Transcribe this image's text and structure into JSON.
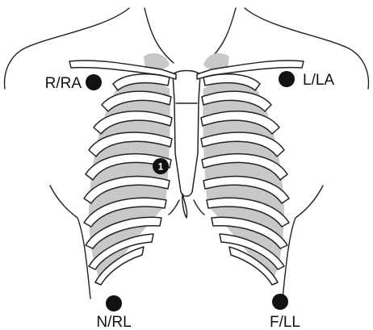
{
  "electrodes": {
    "ra": {
      "label": "R/RA"
    },
    "la": {
      "label": "L/LA"
    },
    "rl": {
      "label": "N/RL"
    },
    "ll": {
      "label": "F/LL"
    },
    "chest_1": {
      "label": "1"
    }
  },
  "colors": {
    "line": "#222222",
    "lung_fill": "#c8c8c8",
    "electrode": "#111111",
    "background": "#ffffff"
  }
}
